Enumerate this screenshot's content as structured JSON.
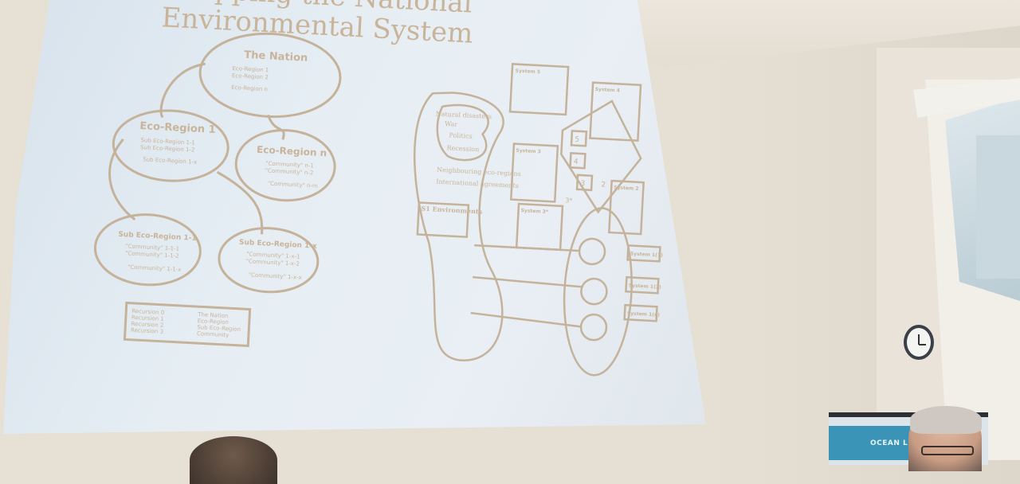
{
  "slide": {
    "title_line1": "Mapping the National",
    "title_line2": "Environmental System",
    "nation": {
      "label": "The Nation",
      "items": [
        "Eco-Region 1",
        "Eco-Region 2",
        "Eco-Region n"
      ]
    },
    "eco_region_1": {
      "label": "Eco-Region 1",
      "items": [
        "Sub Eco-Region 1-1",
        "Sub Eco-Region 1-2",
        "Sub Eco-Region 1-x"
      ]
    },
    "eco_region_n": {
      "label": "Eco-Region n",
      "items": [
        "\"Community\" n-1",
        "\"Community\" n-2",
        "\"Community\" n-m"
      ]
    },
    "sub_eco_region_1_1": {
      "label": "Sub Eco-Region 1-1",
      "items": [
        "\"Community\" 1-1-1",
        "\"Community\" 1-1-2",
        "\"Community\" 1-1-x"
      ]
    },
    "sub_eco_region_1_x": {
      "label": "Sub Eco-Region 1-x",
      "items": [
        "\"Community\" 1-x-1",
        "\"Community\" 1-x-2",
        "\"Community\" 1-x-x"
      ]
    },
    "legend": {
      "left": [
        "Recursion 0",
        "Recursion 1",
        "Recursion 2",
        "Recursion 3"
      ],
      "right": [
        "The Nation",
        "Eco-Region",
        "Sub Eco-Region",
        "Community"
      ]
    },
    "external": {
      "items": [
        "Natural disasters",
        "War",
        "Politics",
        "Recession"
      ],
      "lines": [
        "Neighbouring eco-regions",
        "International agreements"
      ]
    },
    "s1_environments": {
      "label": "S1 Environments"
    },
    "systems": {
      "s5": "System 5",
      "s4": "System 4",
      "s3": "System 3",
      "s3star": "System 3*",
      "s2": "System 2",
      "s1_1": "System 1(1)",
      "s1_2": "System 1(2)",
      "s1_n": "System 1(n)"
    },
    "vsm_nodes": [
      "5",
      "4",
      "3",
      "2",
      "3*"
    ]
  },
  "poster": {
    "text": "OCEAN LITERACY"
  }
}
